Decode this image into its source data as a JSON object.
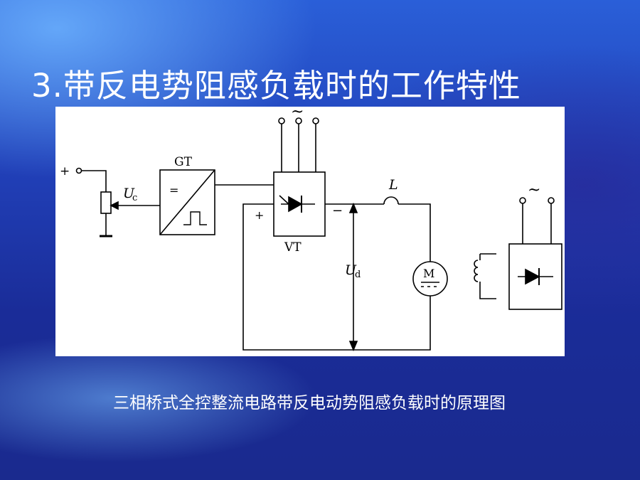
{
  "slide": {
    "title": "3.带反电势阻感负载时的工作特性",
    "caption": "三相桥式全控整流电路带反电动势阻感负载时的原理图"
  },
  "diagram": {
    "labels": {
      "plus_input": "+",
      "uc_main": "U",
      "uc_sub": "c",
      "gt": "GT",
      "gt_equals": "=",
      "ac_main": "~",
      "ac_field": "~",
      "vt": "VT",
      "plus_vt": "+",
      "minus_vt": "−",
      "inductor": "L",
      "ud_main": "U",
      "ud_sub": "d",
      "motor": "M"
    }
  }
}
